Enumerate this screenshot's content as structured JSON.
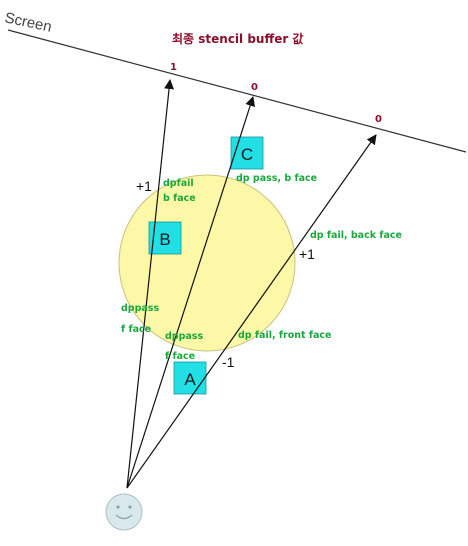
{
  "screen_label": "Screen",
  "title": "최종 stencil buffer 값",
  "stencil_values": {
    "ray1": "1",
    "ray2": "0",
    "ray3": "0"
  },
  "counts": {
    "plus_left": "+1",
    "plus_right": "+1",
    "minus": "-1"
  },
  "notes": {
    "dpfail_bface_line1": "dpfail",
    "dpfail_bface_line2": "b face",
    "dppass_bface": "dp pass, b face",
    "dpfail_backface": "dp fail, back face",
    "dppass_fface_line1": "dppass",
    "dppass_fface_line2": "f face",
    "dppass_fface2_line1": "dppass",
    "dppass_fface2_line2": "f face",
    "dpfail_frontface": "dp fail, front face"
  },
  "boxes": {
    "a": "A",
    "b": "B",
    "c": "C"
  },
  "colors": {
    "sphere_fill": "#fdf7a8",
    "sphere_stroke": "#c9c27a",
    "box_fill": "#22dfe6",
    "annotation_green": "#19a83c",
    "title_red": "#8b0f2a",
    "face_fill": "#d8e8ec"
  },
  "icons": {
    "viewer": "smiley-face-icon"
  }
}
